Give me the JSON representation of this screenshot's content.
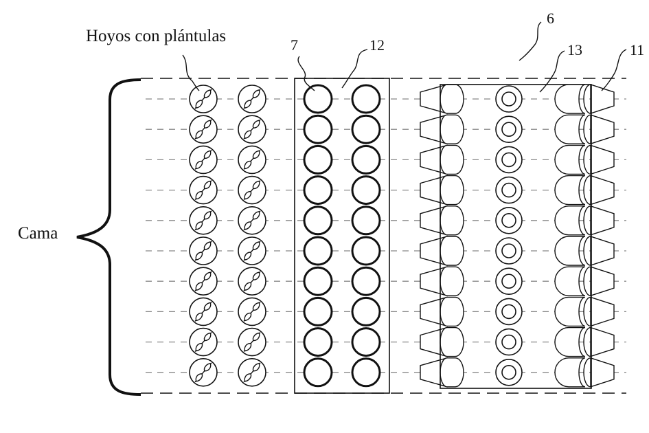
{
  "title_label": "Hoyos con plántulas",
  "bed_label": "Cama",
  "rows": 10,
  "callouts": {
    "n6": "6",
    "n7": "7",
    "n11": "11",
    "n12": "12",
    "n13": "13"
  },
  "colors": {
    "ink": "#111111",
    "guide": "#888888"
  }
}
